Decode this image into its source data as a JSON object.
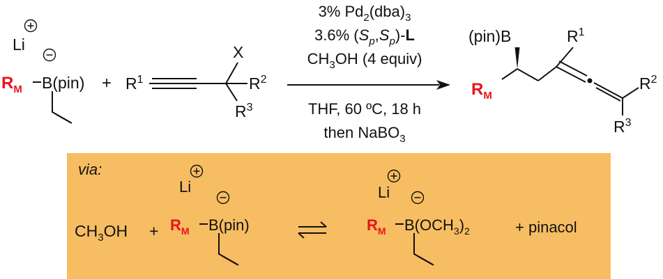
{
  "colors": {
    "highlight_box": "#f7bd62",
    "rm_red": "#e8141c",
    "ink": "#111111"
  },
  "substrates": {
    "li": "Li",
    "plus_charge": "+",
    "minus_charge": "−",
    "rm_r": "R",
    "rm_m": "M",
    "bpin": "B(pin)",
    "plus": "+",
    "r1": "R",
    "r1_sup": "1",
    "x": "X",
    "r2": "R",
    "r2_sup": "2",
    "r3": "R",
    "r3_sup": "3"
  },
  "conditions": {
    "line1_a": "3% Pd",
    "line1_sub": "2",
    "line1_b": "(dba)",
    "line1_sub2": "3",
    "line2_a": "3.6% (",
    "line2_s1": "S",
    "line2_p1": "p",
    "line2_comma": ",",
    "line2_s2": "S",
    "line2_p2": "p",
    "line2_b": ")-",
    "line2_l": "L",
    "line3_a": "CH",
    "line3_sub": "3",
    "line3_b": "OH (4 equiv)",
    "line4": "THF, 60 ºC, 18 h",
    "line5_a": "then NaBO",
    "line5_sub": "3"
  },
  "product": {
    "pinb": "(pin)B",
    "r1": "R",
    "r1_sup": "1",
    "rm_r": "R",
    "rm_m": "M",
    "r2": "R",
    "r2_sup": "2",
    "r3": "R",
    "r3_sup": "3"
  },
  "via_box": {
    "via": "via:",
    "meoh_a": "CH",
    "meoh_sub": "3",
    "meoh_b": "OH",
    "plus1": "+",
    "li": "Li",
    "bpin": "B(pin)",
    "rm_r": "R",
    "rm_m": "M",
    "bome_a": "B(OCH",
    "bome_sub": "3",
    "bome_b": ")",
    "bome_sub2": "2",
    "plus_pinacol": "+ pinacol"
  }
}
